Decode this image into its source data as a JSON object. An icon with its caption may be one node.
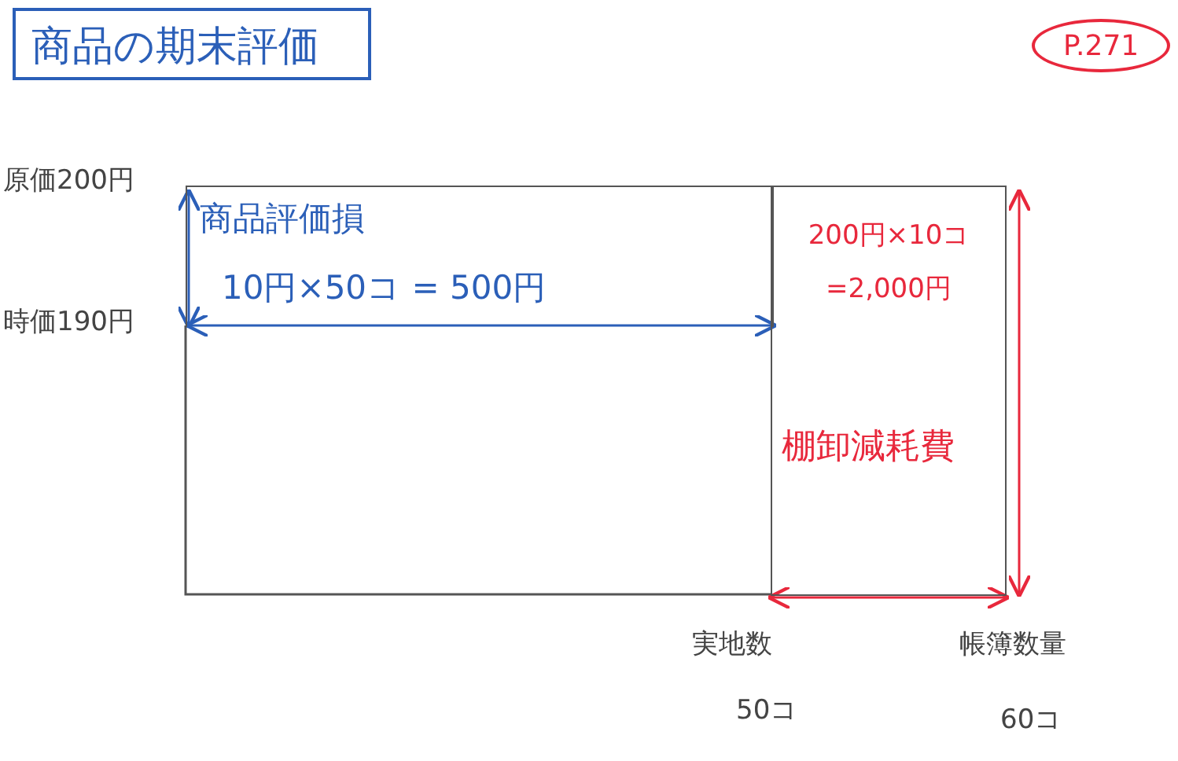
{
  "diagram": {
    "nodes": [
      {
        "text": [
          "商品の期末評価"
        ]
      },
      {
        "text": [
          "P.271"
        ]
      },
      {
        "text": [
          "商品評価損",
          "10円×50コ = 500円"
        ]
      },
      {
        "text": [
          "200円×10コ =2,000円",
          "棚卸減耗費"
        ]
      }
    ],
    "labels": [
      "原価200円",
      "時価190円",
      "実地数",
      "50コ",
      "帳簿数量",
      "60コ"
    ]
  }
}
